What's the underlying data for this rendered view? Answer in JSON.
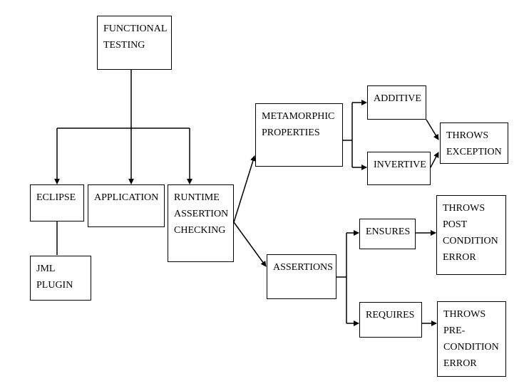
{
  "nodes": {
    "functional_testing": [
      "FUNCTIONAL",
      "TESTING"
    ],
    "eclipse": [
      "ECLIPSE"
    ],
    "application": [
      "APPLICATION"
    ],
    "runtime_assertion_checking": [
      "RUNTIME",
      "ASSERTION",
      "CHECKING"
    ],
    "jml_plugin": [
      "JML",
      "PLUGIN"
    ],
    "metamorphic_properties": [
      "METAMORPHIC",
      "PROPERTIES"
    ],
    "assertions": [
      "ASSERTIONS"
    ],
    "additive": [
      "ADDITIVE"
    ],
    "invertive": [
      "INVERTIVE"
    ],
    "throws_exception": [
      "THROWS",
      "EXCEPTION"
    ],
    "ensures": [
      "ENSURES"
    ],
    "requires": [
      "REQUIRES"
    ],
    "throws_post_condition_error": [
      "THROWS",
      "POST",
      "CONDITION",
      "ERROR"
    ],
    "throws_pre_condition_error": [
      "THROWS",
      "PRE-",
      "CONDITION",
      "ERROR"
    ]
  },
  "colors": {
    "stroke": "#000000",
    "background": "#ffffff"
  }
}
